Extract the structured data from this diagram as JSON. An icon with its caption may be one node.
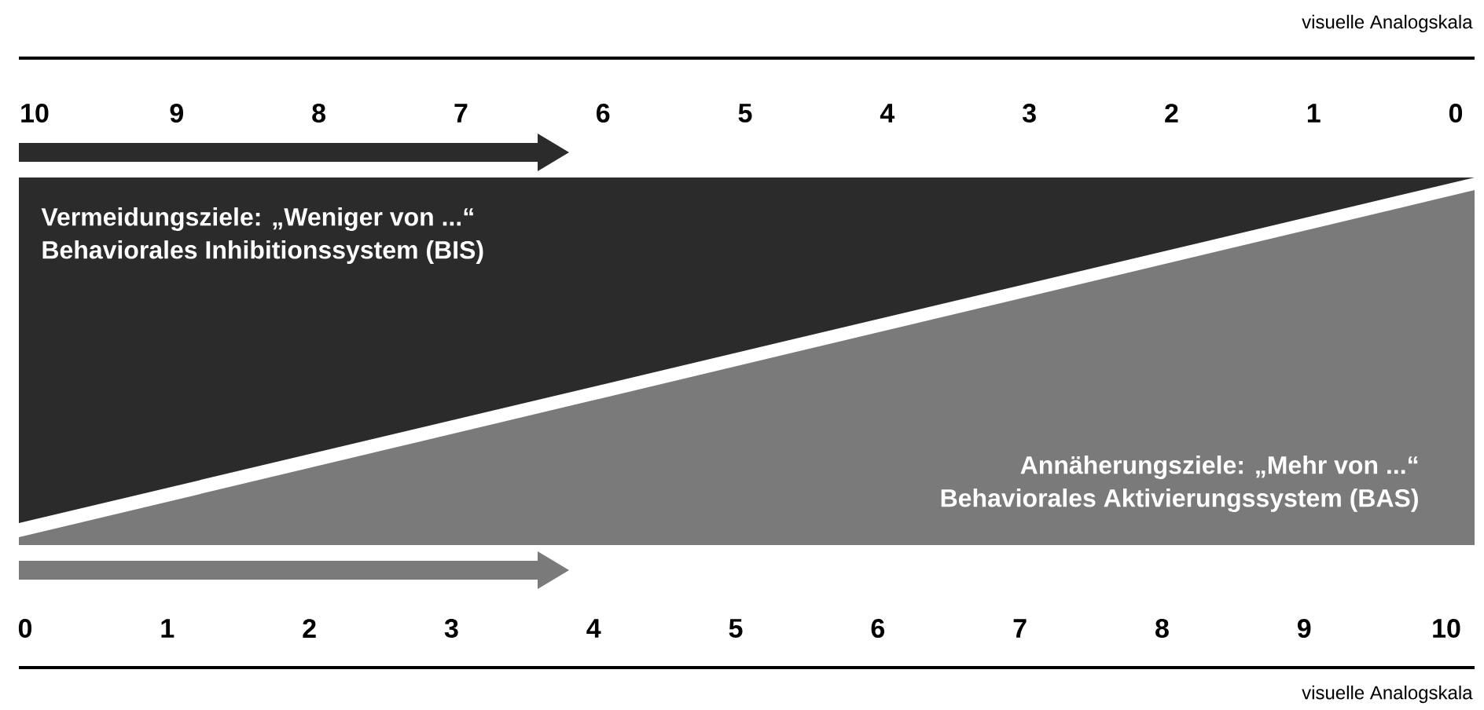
{
  "diagram": {
    "nodes": [
      {
        "text": [
          "Vermeidungsziele: „Weniger von ...“",
          "Behaviorales Inhibitionssystem (BIS)"
        ]
      },
      {
        "text": [
          "Annäherungsziele: „Mehr von ...“",
          "Behaviorales Aktivierungssystem (BAS)"
        ]
      }
    ],
    "labels": [
      "visuelle Analogskala",
      "10",
      "9",
      "8",
      "7",
      "6",
      "5",
      "4",
      "3",
      "2",
      "1",
      "0",
      "0",
      "1",
      "2",
      "3",
      "4",
      "5",
      "6",
      "7",
      "8",
      "9",
      "10",
      "visuelle Analogskala"
    ]
  }
}
